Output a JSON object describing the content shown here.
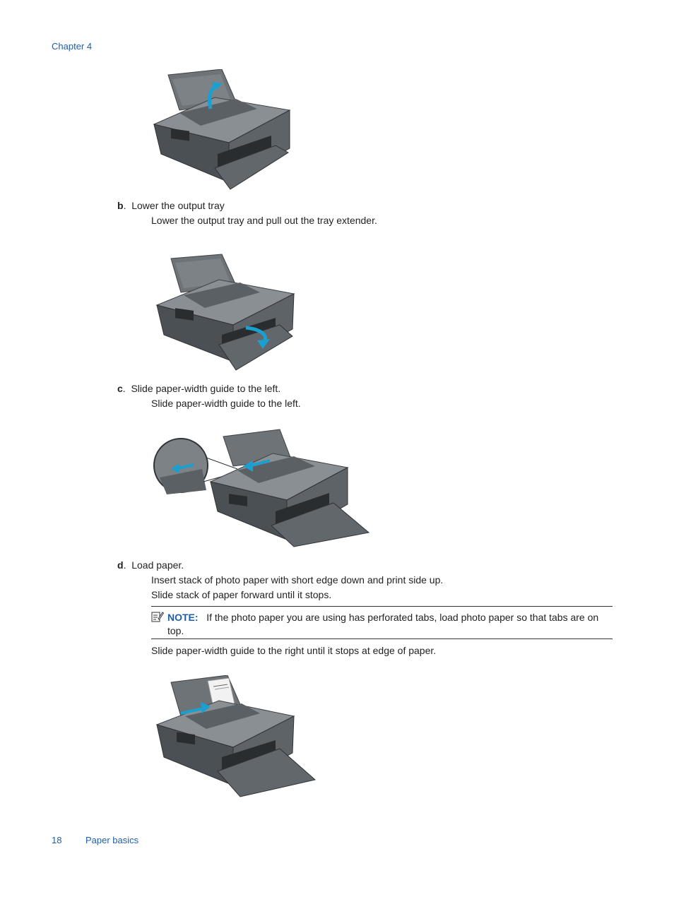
{
  "header": {
    "chapter": "Chapter 4"
  },
  "steps": [
    {
      "letter": "b",
      "title": "Lower the output tray",
      "lines": [
        "Lower the output tray and pull out the tray extender."
      ]
    },
    {
      "letter": "c",
      "title": "Slide paper-width guide to the left.",
      "lines": [
        "Slide paper-width guide to the left."
      ]
    },
    {
      "letter": "d",
      "title": "Load paper.",
      "lines": [
        "Insert stack of photo paper with short edge down and print side up.",
        "Slide stack of paper forward until it stops."
      ]
    }
  ],
  "note": {
    "label": "NOTE:",
    "text": "If the photo paper you are using has perforated tabs, load photo paper so that tabs are on top."
  },
  "after_note": "Slide paper-width guide to the right until it stops at edge of paper.",
  "footer": {
    "page_number": "18",
    "section": "Paper basics"
  },
  "colors": {
    "accent": "#1f5fa8",
    "arrow": "#1aa0d0",
    "printer": "#5a5f64"
  }
}
